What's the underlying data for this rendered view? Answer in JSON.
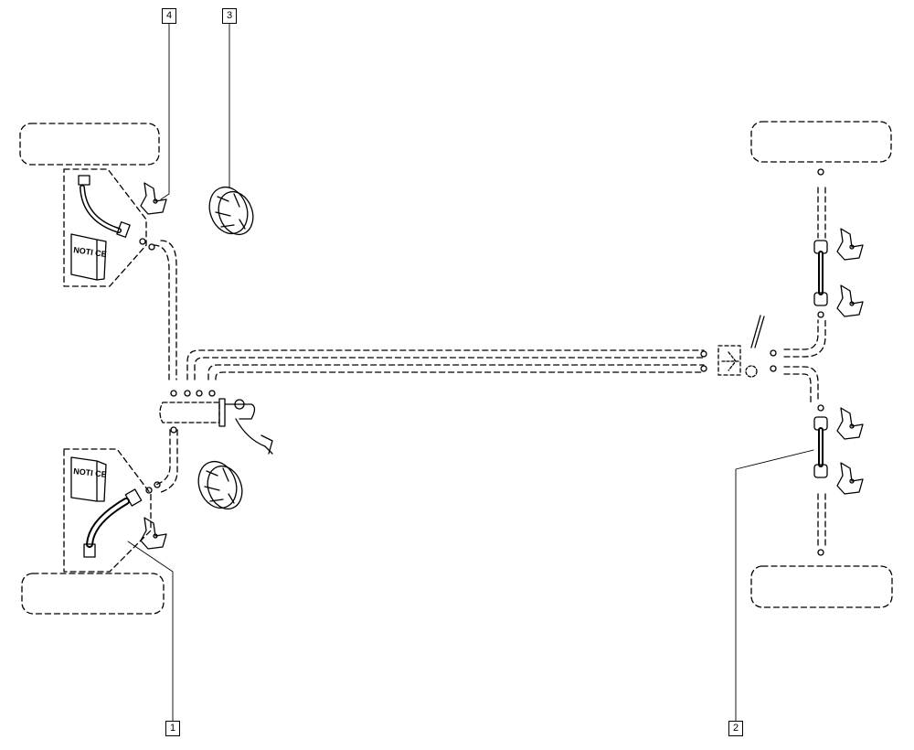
{
  "callouts": {
    "c1": "1",
    "c2": "2",
    "c3": "3",
    "c4": "4"
  },
  "notice_labels": {
    "top": "NOTI CE",
    "bottom": "NOTI CE"
  },
  "colors": {
    "line": "#000000",
    "background": "#ffffff"
  }
}
